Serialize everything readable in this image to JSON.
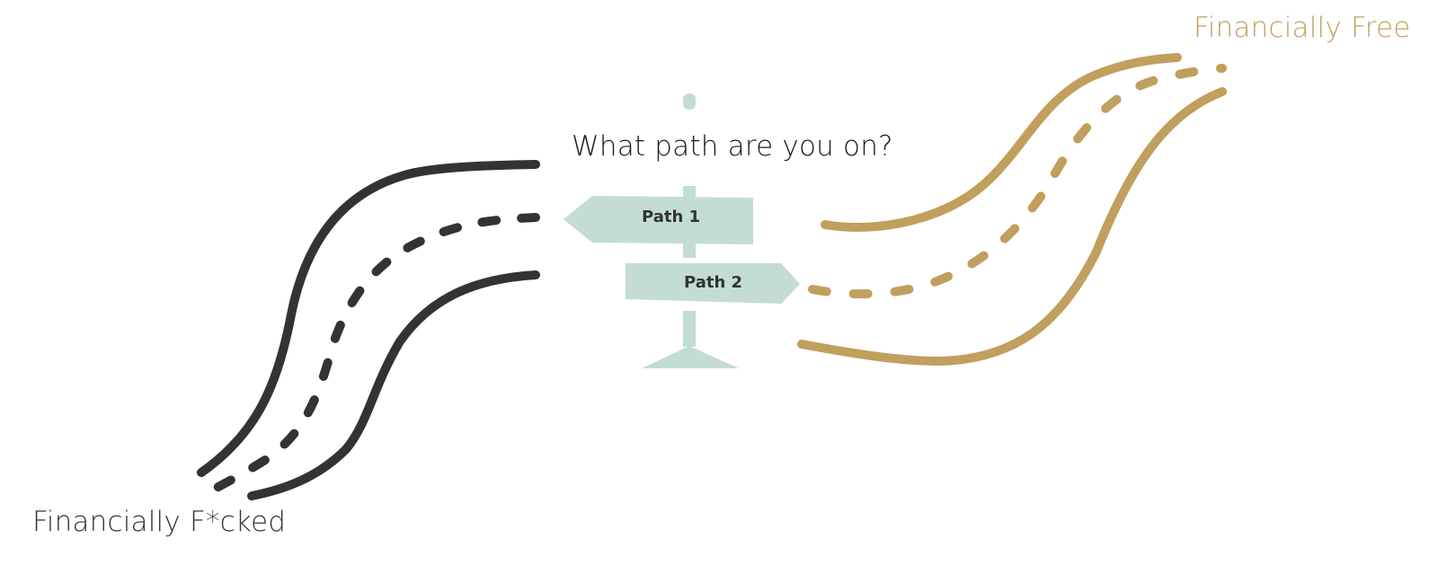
{
  "question": "What path are you on?",
  "destinations": {
    "free": "Financially Free",
    "fcked": "Financially F*cked"
  },
  "signs": {
    "path1": "Path 1",
    "path2": "Path 2"
  },
  "colors": {
    "dark_road": "#333333",
    "gold_road": "#c19f5d",
    "signpost": "#c3dcd6",
    "text_dark": "#1a1a1a",
    "text_free": "#c19f5d",
    "text_fcked": "#333333"
  },
  "icons": {
    "signpost": "signpost-icon",
    "left_arrow_sign": "left-arrow-sign-icon",
    "right_arrow_sign": "right-arrow-sign-icon",
    "dark_road": "winding-road-icon",
    "gold_road": "winding-road-icon"
  }
}
